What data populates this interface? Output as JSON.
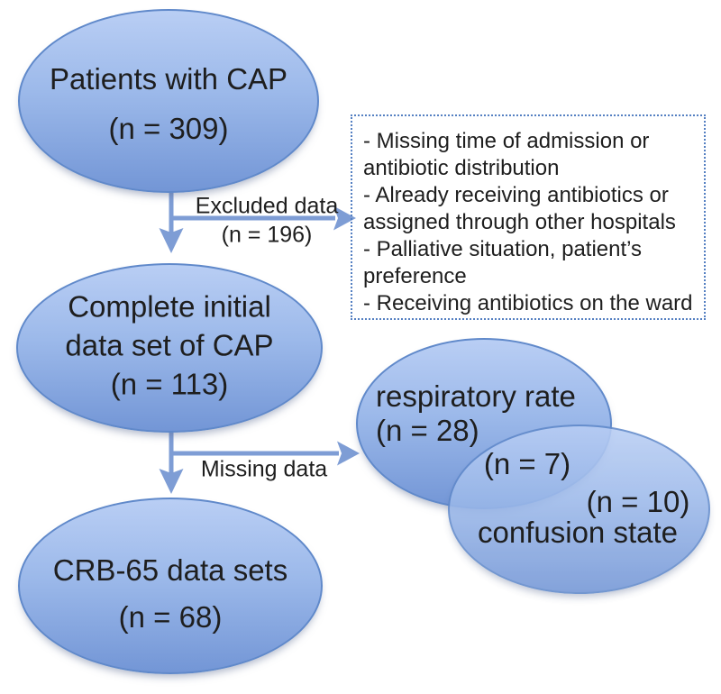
{
  "nodes": {
    "patients": {
      "lines": [
        "Patients with CAP",
        "(n = 309)"
      ]
    },
    "complete": {
      "lines": [
        "Complete initial",
        "data set of CAP",
        "(n = 113)"
      ]
    },
    "crb65": {
      "lines": [
        "CRB-65 data sets",
        "(n = 68)"
      ]
    },
    "respiratory": {
      "lines": [
        "respiratory rate",
        "(n = 28)"
      ]
    },
    "overlap_count": "(n = 7)",
    "confusion": {
      "count": "(n = 10)",
      "label": "confusion state"
    }
  },
  "arrows": {
    "excluded": {
      "label": "Excluded data",
      "count": "(n = 196)"
    },
    "missing": {
      "label": "Missing data"
    }
  },
  "exclusion_box": {
    "lines": [
      "- Missing time of admission or",
      "antibiotic distribution",
      "- Already receiving antibiotics or",
      "assigned through other hospitals",
      "- Palliative situation, patient’s",
      "preference",
      "- Receiving antibiotics on the ward"
    ]
  },
  "colors": {
    "ellipse_gradient_top": "#b9cef4",
    "ellipse_gradient_bottom": "#7396d6",
    "ellipse_border": "#6089ca",
    "arrow": "#7e9dd5",
    "dotted_box_border": "#5580c2",
    "text": "#1e1e1e"
  }
}
